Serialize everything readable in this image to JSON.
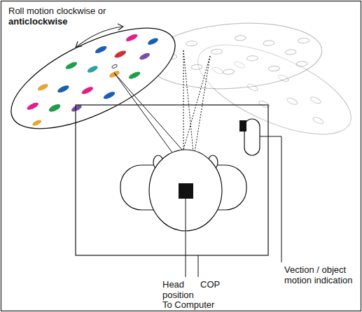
{
  "diagram": {
    "labels": [
      "Roll motion clockwise or",
      "anticlockwise",
      "Head position",
      "COP",
      "Vection / object motion indication",
      "To Computer"
    ]
  }
}
